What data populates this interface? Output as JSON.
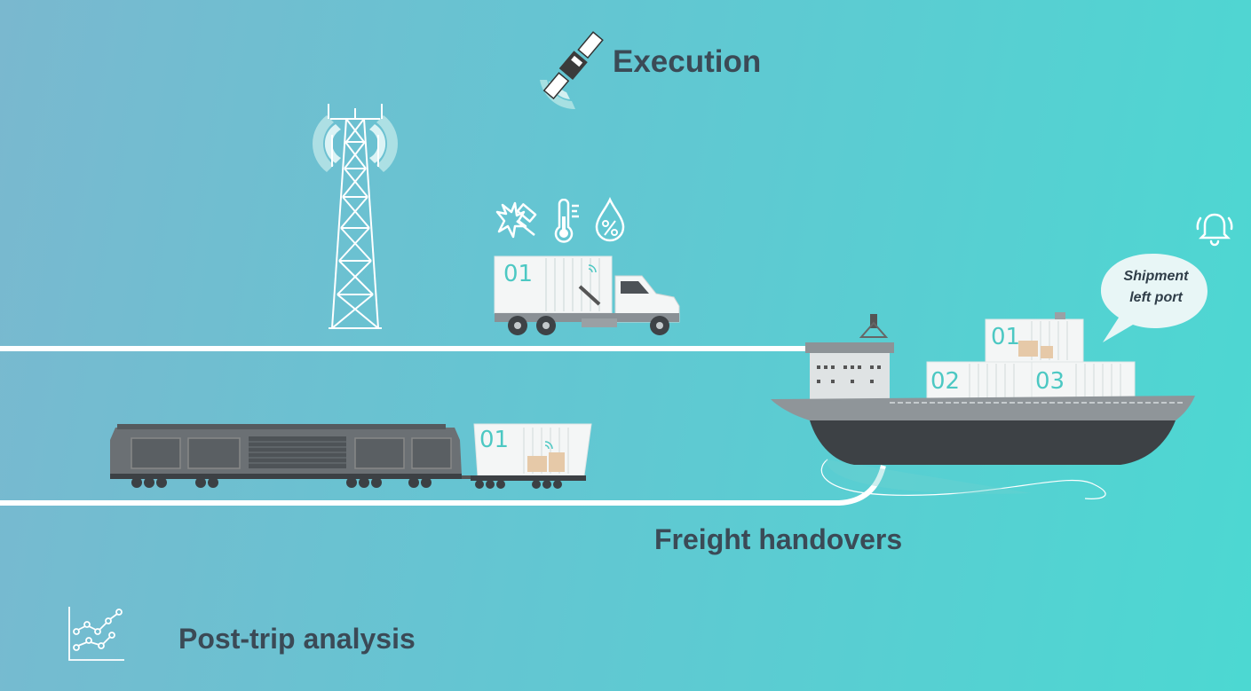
{
  "headings": {
    "execution": "Execution",
    "freight_handovers": "Freight handovers",
    "post_trip": "Post-trip analysis"
  },
  "bubble": {
    "line1": "Shipment",
    "line2": "left port"
  },
  "containers": {
    "truck": "01",
    "train": "01",
    "ship_top": "01",
    "ship_left": "02",
    "ship_right": "03"
  },
  "icons": [
    "satellite-icon",
    "cell-tower-icon",
    "shock-icon",
    "thermometer-icon",
    "humidity-icon",
    "bell-icon",
    "chart-line-icon"
  ],
  "colors": {
    "background_start": "#7ab8cf",
    "background_end": "#4cd8d2",
    "heading_text": "#3b4a56",
    "container_number": "#4cc8c3",
    "route_line": "#ffffff"
  }
}
